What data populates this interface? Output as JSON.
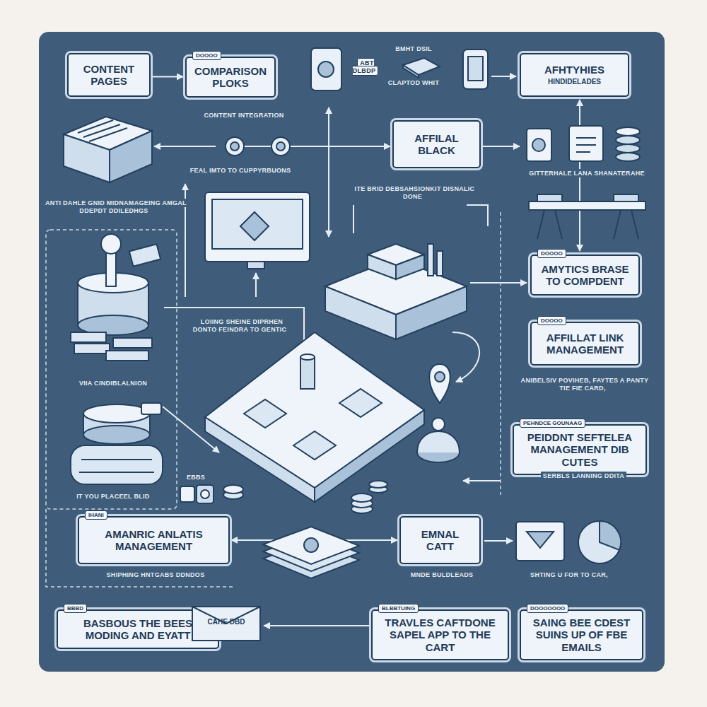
{
  "diagram": {
    "nodes": [
      {
        "text": [
          "CONTENT PAGES"
        ]
      },
      {
        "text": [
          "DOOOO",
          "COMPARISON PLOKS"
        ]
      },
      {
        "text": [
          "AFHTYHIES",
          "HINDIDELADES"
        ]
      },
      {
        "text": [
          "AFFILAL BLACK"
        ]
      },
      {
        "text": [
          "DOOOO",
          "AMYTICS BRASE TO COMPDENT"
        ]
      },
      {
        "text": [
          "DOOOO",
          "AFFILLAT LINK MANAGEMENT"
        ]
      },
      {
        "text": [
          "PEHNDCE GOUNAAG",
          "PEIDDNT SEFTELEA MANAGEMENT DIB CUTES"
        ]
      },
      {
        "text": [
          "IHANI",
          "AMANRIC ANLATIS MANAGEMENT"
        ]
      },
      {
        "text": [
          "EMNAL CATT"
        ]
      },
      {
        "text": [
          "BBBD",
          "BASBOUS THE BEES MODING AND EYATT"
        ]
      },
      {
        "text": [
          "CAHE DBD"
        ]
      },
      {
        "text": [
          "BLBBTUING",
          "TRAVLES CAFTDONE SAPEL APP TO THE CART"
        ]
      },
      {
        "text": [
          "DOOOOOOO",
          "SAING BEE CDEST SUINS UP OF FBE EMAILS"
        ]
      }
    ],
    "edges": [
      {
        "from": 0,
        "to": 1,
        "arrow": "to"
      },
      {
        "from": 2,
        "to": 4,
        "arrow": "both"
      },
      {
        "from": 7,
        "to": 8,
        "arrow": "both"
      },
      {
        "from": 11,
        "to": 10,
        "arrow": "to"
      }
    ],
    "labels": [
      "ABT DLBDP",
      "BMHT DSIL",
      "CLAPTOD WHIT",
      "CONTENT INTEGRATION",
      "FEAL IMTO TO CUPPYRBUONS",
      "ITE BRID DEBSAHSIONKIT DISNALIC DONE",
      "GITTERHALE LANA SHANATERAHE",
      "ANTI DAHLE GNID MIDNAMAGEING AMGAL DDEPDT DDILEDHGS",
      "LOIING SHEINE DIPRHEN DONTO FEINDRA TO GENTIC",
      "VIIA CINDIBLALNION",
      "IT YOU PLACEEL BLID",
      "EBBS",
      "ANIBELSIV POVIHEB, FAYTES A PANTY TIE FIE CARD,",
      "SERBLS LANNING DDITA",
      "SHIPHING HNTGABS DDNDOS",
      "MNDE BULDLEADS",
      "SHTING U FOR TO CAR,"
    ]
  }
}
